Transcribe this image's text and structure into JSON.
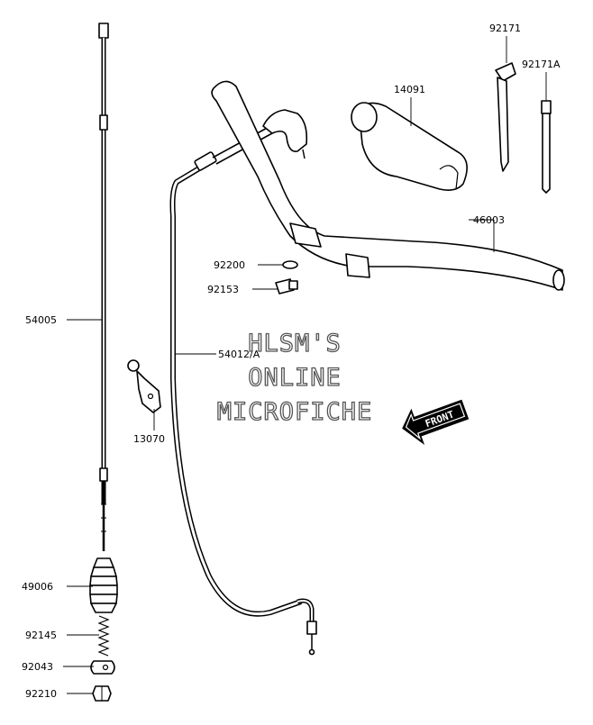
{
  "callouts": [
    {
      "id": "92171",
      "text": "92171"
    },
    {
      "id": "92171A",
      "text": "92171A"
    },
    {
      "id": "14091",
      "text": "14091"
    },
    {
      "id": "46003",
      "text": "46003"
    },
    {
      "id": "92200",
      "text": "92200"
    },
    {
      "id": "92153",
      "text": "92153"
    },
    {
      "id": "54005",
      "text": "54005"
    },
    {
      "id": "54012A",
      "text": "54012/A"
    },
    {
      "id": "13070",
      "text": "13070"
    },
    {
      "id": "49006",
      "text": "49006"
    },
    {
      "id": "92145",
      "text": "92145"
    },
    {
      "id": "92043",
      "text": "92043"
    },
    {
      "id": "92210",
      "text": "92210"
    }
  ],
  "watermark": {
    "line1": "HLSM'S",
    "line2": "ONLINE",
    "line3": "MICROFICHE"
  },
  "front_arrow": {
    "text": "FRONT"
  }
}
